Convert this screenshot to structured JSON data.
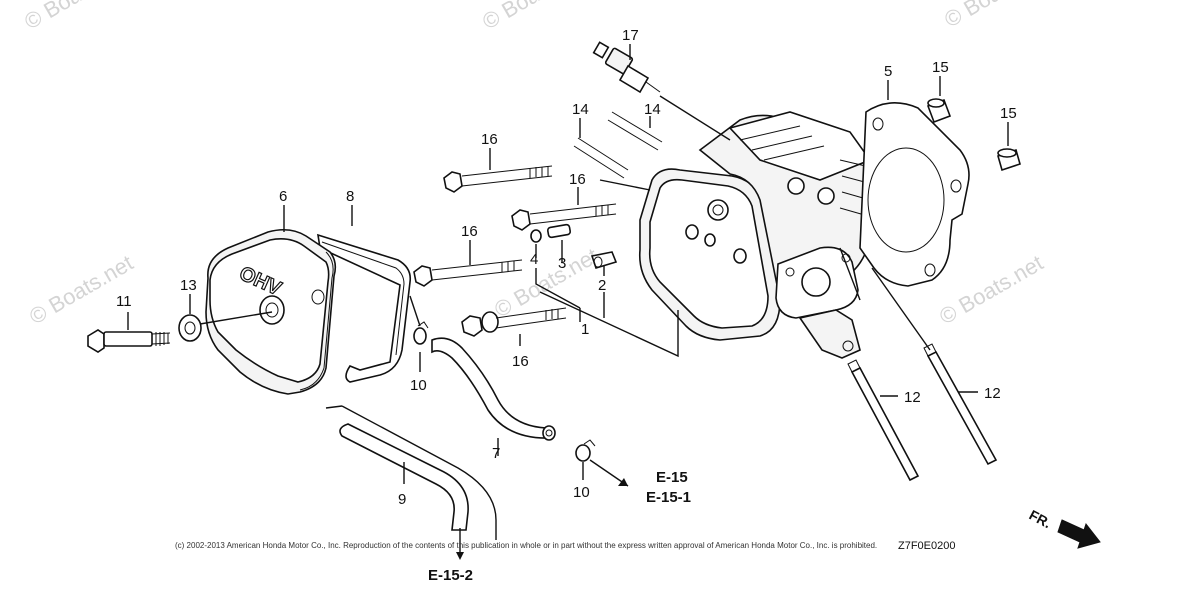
{
  "parts": [
    {
      "id": "p1",
      "label": "1"
    },
    {
      "id": "p2",
      "label": "2"
    },
    {
      "id": "p3",
      "label": "3"
    },
    {
      "id": "p4",
      "label": "4"
    },
    {
      "id": "p5",
      "label": "5"
    },
    {
      "id": "p6",
      "label": "6"
    },
    {
      "id": "p7",
      "label": "7"
    },
    {
      "id": "p8",
      "label": "8"
    },
    {
      "id": "p9",
      "label": "9"
    },
    {
      "id": "p10a",
      "label": "10"
    },
    {
      "id": "p10b",
      "label": "10"
    },
    {
      "id": "p11",
      "label": "11"
    },
    {
      "id": "p12a",
      "label": "12"
    },
    {
      "id": "p12b",
      "label": "12"
    },
    {
      "id": "p13",
      "label": "13"
    },
    {
      "id": "p14a",
      "label": "14"
    },
    {
      "id": "p14b",
      "label": "14"
    },
    {
      "id": "p15a",
      "label": "15"
    },
    {
      "id": "p15b",
      "label": "15"
    },
    {
      "id": "p16a",
      "label": "16"
    },
    {
      "id": "p16b",
      "label": "16"
    },
    {
      "id": "p16c",
      "label": "16"
    },
    {
      "id": "p16d",
      "label": "16"
    },
    {
      "id": "p17",
      "label": "17"
    }
  ],
  "references": {
    "e15": "E-15",
    "e15_1": "E-15-1",
    "e15_2": "E-15-2"
  },
  "cover_text": "OHV",
  "front_marker": "FR.",
  "drawing_code": "Z7F0E0200",
  "copyright": "(c) 2002-2013 American Honda Motor Co., Inc. Reproduction of the contents of this publication in whole or in part without the express written approval of American Honda Motor Co., Inc. is prohibited.",
  "watermark": "© Boats.net"
}
